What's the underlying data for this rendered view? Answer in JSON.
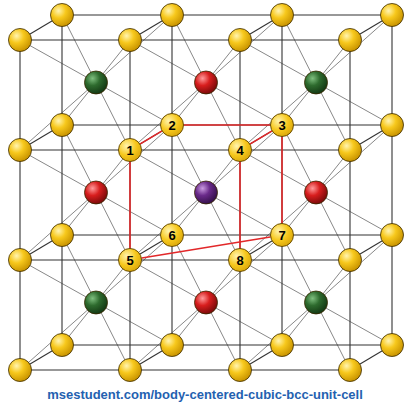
{
  "diagram": {
    "caption": "msestudent.com/body-centered-cubic-bcc-unit-cell",
    "nodes": [
      {
        "text": [
          "2"
        ]
      },
      {
        "text": [
          "3"
        ]
      },
      {
        "text": [
          "1"
        ]
      },
      {
        "text": [
          "4"
        ]
      },
      {
        "text": [
          "6"
        ]
      },
      {
        "text": [
          "7"
        ]
      },
      {
        "text": [
          "5"
        ]
      },
      {
        "text": [
          "8"
        ]
      }
    ],
    "edges": [
      {
        "from": 2,
        "to": 0,
        "arrow": "none"
      },
      {
        "from": 0,
        "to": 1,
        "arrow": "none"
      },
      {
        "from": 1,
        "to": 5,
        "arrow": "none"
      },
      {
        "from": 2,
        "to": 6,
        "arrow": "none"
      },
      {
        "from": 6,
        "to": 5,
        "arrow": "none"
      },
      {
        "from": 3,
        "to": 7,
        "arrow": "none"
      },
      {
        "from": 1,
        "to": 3,
        "arrow": "none"
      }
    ]
  }
}
